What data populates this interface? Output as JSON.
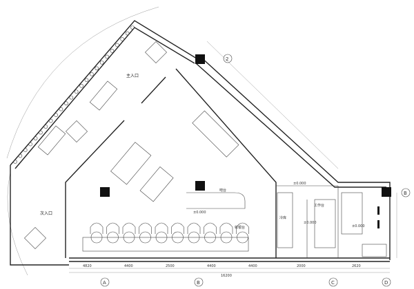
{
  "title": "Restaurant floor plan",
  "labels": {
    "main_entrance": "主入口",
    "side_entrance": "次入口",
    "level_1": "±0.000",
    "level_2": "±0.000",
    "level_3": "±0.000",
    "level_4": "±0.000",
    "kitchen": "工作台",
    "bar": "吧台",
    "storage": "冷库",
    "cashier": "收银台"
  },
  "grid_axes": {
    "bottom": [
      "A",
      "B",
      "C",
      "D"
    ],
    "top": "2",
    "right": "B"
  },
  "dimensions": [
    "4820",
    "4400",
    "2500",
    "4400",
    "4400",
    "2000",
    "2620",
    "16200"
  ]
}
